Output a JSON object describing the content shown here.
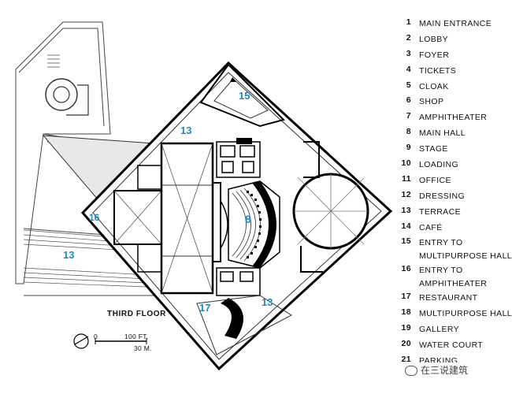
{
  "legend": {
    "items": [
      {
        "num": "1",
        "label": "MAIN ENTRANCE"
      },
      {
        "num": "2",
        "label": "LOBBY"
      },
      {
        "num": "3",
        "label": "FOYER"
      },
      {
        "num": "4",
        "label": "TICKETS"
      },
      {
        "num": "5",
        "label": "CLOAK"
      },
      {
        "num": "6",
        "label": "SHOP"
      },
      {
        "num": "7",
        "label": "AMPHITHEATER"
      },
      {
        "num": "8",
        "label": "MAIN HALL"
      },
      {
        "num": "9",
        "label": "STAGE"
      },
      {
        "num": "10",
        "label": "LOADING"
      },
      {
        "num": "11",
        "label": "OFFICE"
      },
      {
        "num": "12",
        "label": "DRESSING"
      },
      {
        "num": "13",
        "label": "TERRACE"
      },
      {
        "num": "14",
        "label": "CAFÉ"
      },
      {
        "num": "15",
        "label": "ENTRY TO MULTIPURPOSE HALL"
      },
      {
        "num": "16",
        "label": "ENTRY TO AMPHITHEATER"
      },
      {
        "num": "17",
        "label": "RESTAURANT"
      },
      {
        "num": "18",
        "label": "MULTIPURPOSE HALL"
      },
      {
        "num": "19",
        "label": "GALLERY"
      },
      {
        "num": "20",
        "label": "WATER COURT"
      },
      {
        "num": "21",
        "label": "PARKING"
      }
    ]
  },
  "plan": {
    "caption": "THIRD FLOOR",
    "room_labels": {
      "terrace_north": "13",
      "entry_multipurpose": "15",
      "entry_amphitheater": "16",
      "main_hall": "8",
      "terrace_west": "13",
      "restaurant": "17",
      "terrace_south": "13"
    },
    "label_color": "#1b8bc6",
    "scale": {
      "zero": "0",
      "feet": "100 FT.",
      "meters": "30 M."
    }
  },
  "watermark": "在三说建筑"
}
